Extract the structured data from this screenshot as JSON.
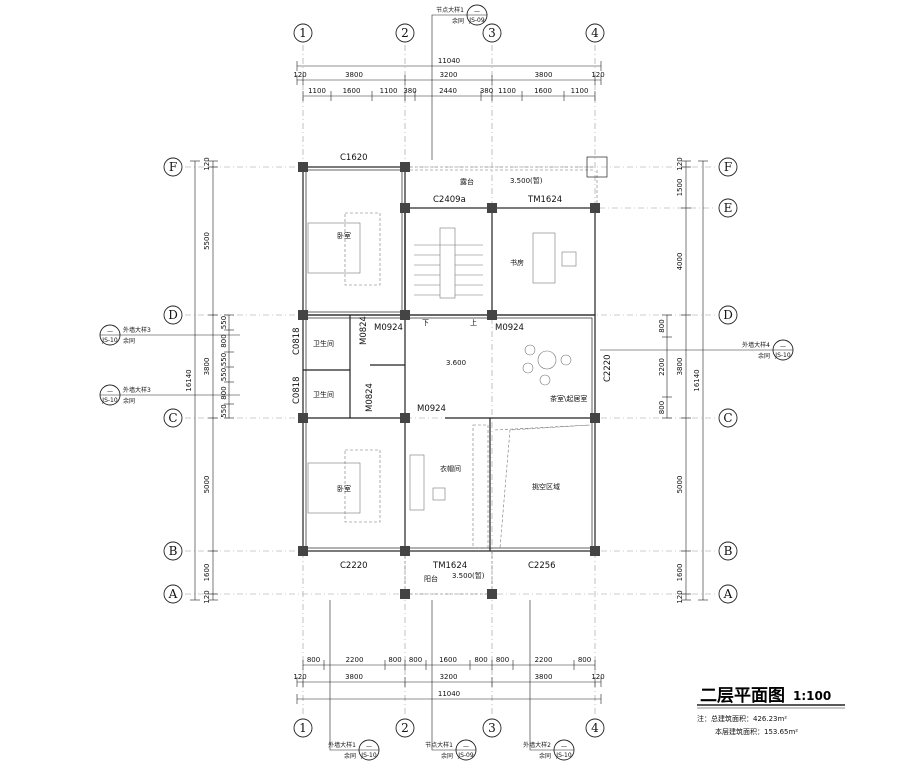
{
  "title": {
    "name": "二层平面图",
    "scale": "1:100",
    "note1": "注：总建筑面积：426.23m²",
    "note2": "本层建筑面积：153.65m²"
  },
  "axes": {
    "cols": [
      "1",
      "2",
      "3",
      "4"
    ],
    "rows": [
      "F",
      "E",
      "D",
      "C",
      "B",
      "A"
    ]
  },
  "dims_top": {
    "total": "11040",
    "main": [
      "120",
      "3800",
      "3200",
      "3800",
      "120"
    ],
    "sub": [
      "1100",
      "1600",
      "1100",
      "380",
      "2440",
      "380",
      "1100",
      "1600",
      "1100"
    ]
  },
  "dims_bottom": {
    "total": "11040",
    "main": [
      "120",
      "3800",
      "3200",
      "3800",
      "120"
    ],
    "sub": [
      "800",
      "2200",
      "800",
      "800",
      "1600",
      "800",
      "800",
      "2200",
      "800"
    ]
  },
  "dims_left": {
    "total": "16140",
    "main": [
      "120",
      "5500",
      "3800",
      "5000",
      "1600",
      "120"
    ],
    "sub": [
      "550",
      "800",
      "550",
      "550",
      "800",
      "550"
    ]
  },
  "dims_right": {
    "total": "16140",
    "main": [
      "120",
      "1500",
      "4000",
      "3800",
      "5000",
      "1600",
      "120"
    ],
    "sub": [
      "800",
      "2200",
      "800"
    ]
  },
  "rooms": [
    "卧室",
    "书房",
    "卫生间",
    "卫生间",
    "露台",
    "茶室\\起居室",
    "衣帽间",
    "卧室",
    "挑空区域",
    "阳台"
  ],
  "openings": [
    "C1620",
    "C2409a",
    "TM1624",
    "M0924",
    "M0924",
    "M0924",
    "M0824",
    "M0824",
    "C0818",
    "C0818",
    "C2220",
    "C2220",
    "TM1624",
    "C2256"
  ],
  "stairs": [
    "下",
    "上"
  ],
  "levels": [
    "3.500(暂)",
    "3.600",
    "3.500(暂)"
  ],
  "callouts": [
    {
      "name": "节点大样1",
      "sub": "余同",
      "sheet": "—",
      "ref": "JS-09"
    },
    {
      "name": "外墙大样3",
      "sub": "余同",
      "sheet": "—",
      "ref": "JS-10"
    },
    {
      "name": "外墙大样3",
      "sub": "余同",
      "sheet": "—",
      "ref": "JS-10"
    },
    {
      "name": "外墙大样4",
      "sub": "余同",
      "sheet": "—",
      "ref": "JS-10"
    },
    {
      "name": "外墙大样1",
      "sub": "余同",
      "sheet": "—",
      "ref": "JS-10"
    },
    {
      "name": "节点大样1",
      "sub": "余同",
      "sheet": "—",
      "ref": "JS-09"
    },
    {
      "name": "外墙大样2",
      "sub": "余同",
      "sheet": "—",
      "ref": "JS-10"
    }
  ]
}
